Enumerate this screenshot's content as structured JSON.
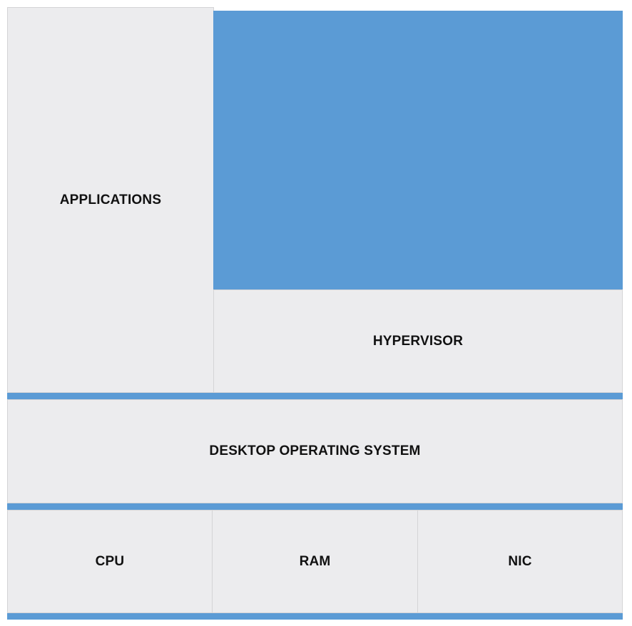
{
  "diagram": {
    "applications_label": "APPLICATIONS",
    "hypervisor_label": "HYPERVISOR",
    "desktop_os_label": "DESKTOP OPERATING SYSTEM",
    "hardware": {
      "cpu_label": "CPU",
      "ram_label": "RAM",
      "nic_label": "NIC"
    },
    "colors": {
      "accent_blue": "#5b9bd5",
      "box_fill": "#ececee",
      "box_border": "#d4d4d6",
      "text": "#111111"
    }
  }
}
